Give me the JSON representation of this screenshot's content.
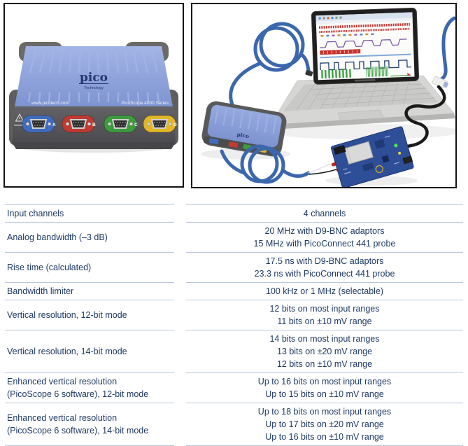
{
  "page": {
    "background": "#ffffff",
    "text_color": "#1e3a66",
    "divider_color": "#bac7dd",
    "frame_border_color": "#121212"
  },
  "figures": {
    "device_photo": {
      "name": "PicoScope 4000 Series oscilloscope front view",
      "logo_text": "pico",
      "logo_subtext": "Technology",
      "url_label": "www.picotech.com",
      "series_label": "PicoScope 4000 Series",
      "body_color": "#5c5c5e",
      "top_color": "#8ba0da",
      "channels": [
        {
          "letter": "A",
          "color": "#3f6cc0"
        },
        {
          "letter": "B",
          "color": "#c13a31"
        },
        {
          "letter": "C",
          "color": "#3d9c3d"
        },
        {
          "letter": "D",
          "color": "#e3b62a"
        }
      ]
    },
    "setup_photo": {
      "name": "PicoScope connected to a laptop and device under test",
      "scope_logo": "pico",
      "cable_color": "#3b67ad",
      "pcb_color": "#2e4e97"
    }
  },
  "spec_table": {
    "rows": [
      {
        "label": "Input channels",
        "value": "4 channels"
      },
      {
        "label": "Analog bandwidth (–3 dB)",
        "value": "20 MHz with D9-BNC adaptors\n15 MHz with PicoConnect 441 probe"
      },
      {
        "label": "Rise time (calculated)",
        "value": "17.5 ns with D9-BNC adaptors\n23.3 ns with PicoConnect 441 probe"
      },
      {
        "label": "Bandwidth limiter",
        "value": "100 kHz or 1 MHz (selectable)"
      },
      {
        "label": "Vertical resolution, 12-bit mode",
        "value": "12 bits on most input ranges\n11 bits on ±10 mV range"
      },
      {
        "label": "Vertical resolution, 14-bit mode",
        "value": "14 bits on most input ranges\n13 bits on ±20 mV range\n12 bits on ±10 mV range"
      },
      {
        "label": "Enhanced vertical resolution\n(PicoScope 6 software), 12-bit mode",
        "value": "Up to 16 bits on most input ranges\nUp to 15 bits on ±10 mV range"
      },
      {
        "label": "Enhanced vertical resolution\n(PicoScope 6 software), 14-bit mode",
        "value": "Up to 18 bits on most input ranges\nUp to 17 bits on ±20 mV range\nUp to 16 bits on ±10 mV range"
      }
    ]
  }
}
